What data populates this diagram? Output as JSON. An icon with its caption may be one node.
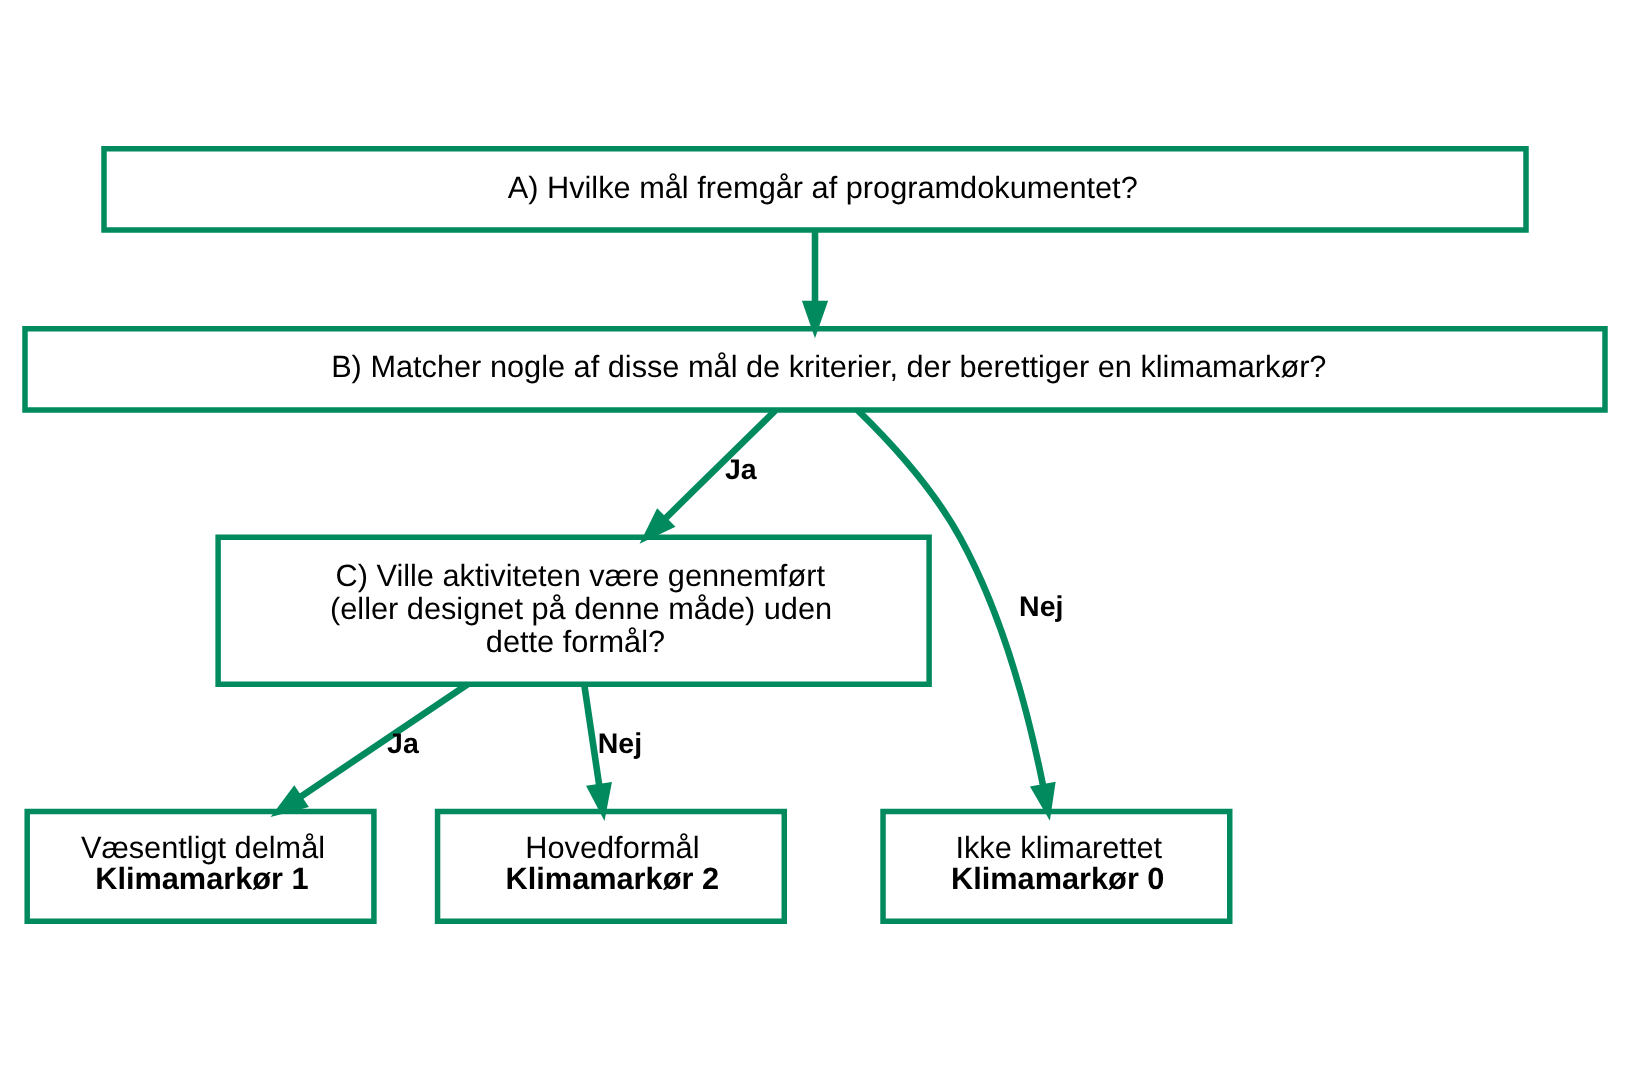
{
  "diagram": {
    "nodes": [
      {
        "text": [
          "A) Hvilke mål fremgår af programdokumentet?"
        ]
      },
      {
        "text": [
          "B) Matcher nogle af disse mål de kriterier, der berettiger en klimamarkør?"
        ]
      },
      {
        "text": [
          "C) Ville aktiviteten være gennemført (eller designet på denne måde) uden dette formål?"
        ]
      },
      {
        "text": [
          "Væsentligt delmål",
          "Klimamarkør 1"
        ]
      },
      {
        "text": [
          "Hovedformål",
          "Klimamarkør 2"
        ]
      },
      {
        "text": [
          "Ikke klimarettet",
          "Klimamarkør 0"
        ]
      }
    ],
    "edges": [
      {
        "from": 0,
        "to": 1,
        "arrow": "to"
      },
      {
        "from": 1,
        "to": 2,
        "arrow": "to",
        "label": "Ja"
      },
      {
        "from": 1,
        "to": 5,
        "arrow": "to",
        "label": "Nej"
      },
      {
        "from": 2,
        "to": 3,
        "arrow": "to",
        "label": "Ja"
      },
      {
        "from": 2,
        "to": 4,
        "arrow": "to",
        "label": "Nej"
      }
    ]
  }
}
